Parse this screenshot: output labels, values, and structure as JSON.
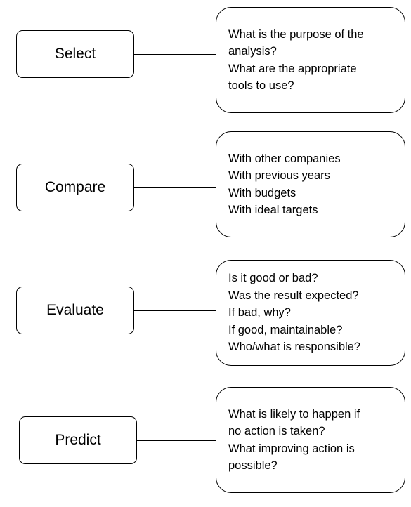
{
  "steps": [
    {
      "label": "Select",
      "details": [
        "What is the purpose of the",
        "analysis?",
        "What are the appropriate",
        "tools to use?"
      ]
    },
    {
      "label": "Compare",
      "details": [
        "With other companies",
        "With previous years",
        "With budgets",
        "With ideal targets"
      ]
    },
    {
      "label": "Evaluate",
      "details": [
        "Is it good or bad?",
        "Was the result expected?",
        "If bad, why?",
        "If good, maintainable?",
        "Who/what is responsible?"
      ]
    },
    {
      "label": "Predict",
      "details": [
        "What is likely to happen if",
        "no action is taken?",
        "What improving action is",
        "possible?"
      ]
    }
  ]
}
